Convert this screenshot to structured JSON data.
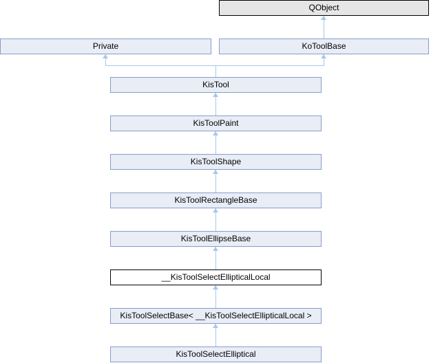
{
  "diagram": {
    "kind": "class-inheritance-graph",
    "nodes": [
      {
        "label": "QObject",
        "style": "external"
      },
      {
        "label": "Private",
        "style": "class"
      },
      {
        "label": "KoToolBase",
        "style": "class"
      },
      {
        "label": "KisTool",
        "style": "class"
      },
      {
        "label": "KisToolPaint",
        "style": "class"
      },
      {
        "label": "KisToolShape",
        "style": "class"
      },
      {
        "label": "KisToolRectangleBase",
        "style": "class"
      },
      {
        "label": "KisToolEllipseBase",
        "style": "class"
      },
      {
        "label": "__KisToolSelectEllipticalLocal",
        "style": "current"
      },
      {
        "label": "KisToolSelectBase< __KisToolSelectEllipticalLocal >",
        "style": "class"
      },
      {
        "label": "KisToolSelectElliptical",
        "style": "class"
      }
    ],
    "edges": [
      {
        "from": "KoToolBase",
        "to": "QObject"
      },
      {
        "from": "KisTool",
        "to": "Private"
      },
      {
        "from": "KisTool",
        "to": "KoToolBase"
      },
      {
        "from": "KisToolPaint",
        "to": "KisTool"
      },
      {
        "from": "KisToolShape",
        "to": "KisToolPaint"
      },
      {
        "from": "KisToolRectangleBase",
        "to": "KisToolShape"
      },
      {
        "from": "KisToolEllipseBase",
        "to": "KisToolRectangleBase"
      },
      {
        "from": "__KisToolSelectEllipticalLocal",
        "to": "KisToolEllipseBase"
      },
      {
        "from": "KisToolSelectBase< __KisToolSelectEllipticalLocal >",
        "to": "__KisToolSelectEllipticalLocal"
      },
      {
        "from": "KisToolSelectElliptical",
        "to": "KisToolSelectBase< __KisToolSelectEllipticalLocal >"
      }
    ],
    "colors": {
      "class_fill": "#E8EDF6",
      "class_border": "#8A9BC8",
      "current_fill": "#FFFFFF",
      "current_border": "#000000",
      "external_fill": "#E6E6E6",
      "external_border": "#000000",
      "edge": "#A5C8E8",
      "text": "#000000",
      "background": "#FFFFFF"
    }
  }
}
